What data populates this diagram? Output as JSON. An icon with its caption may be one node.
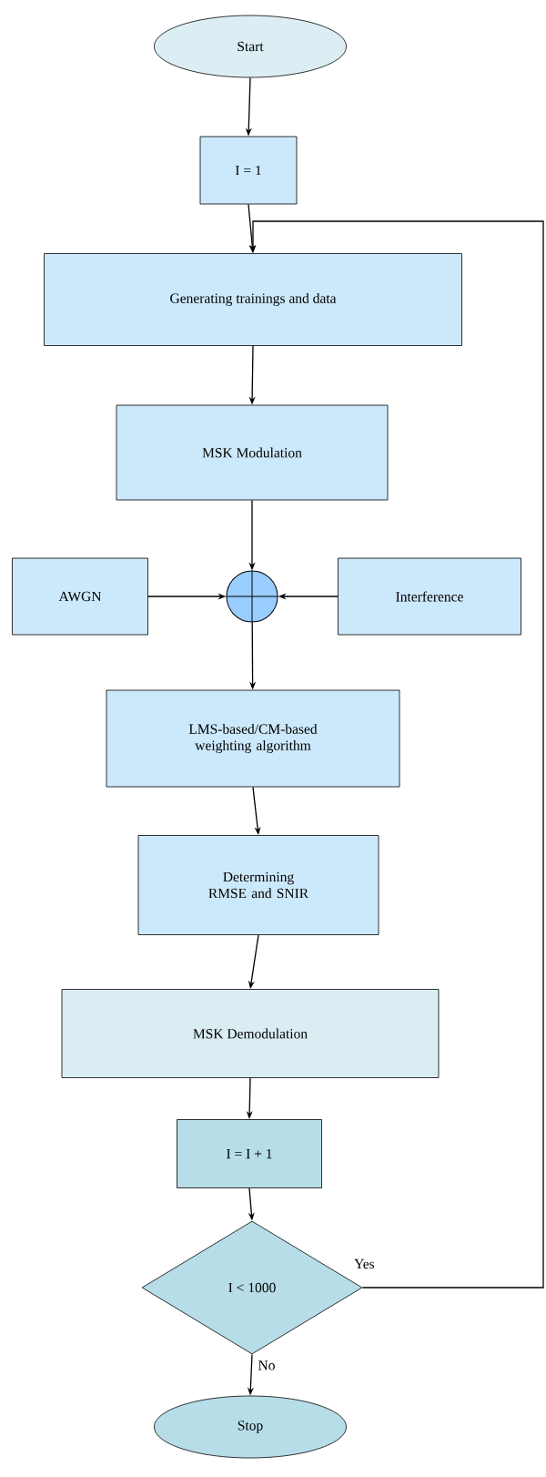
{
  "diagram": {
    "nodes": [
      {
        "text": [
          "Start"
        ]
      },
      {
        "text": [
          "I = 1"
        ]
      },
      {
        "text": [
          "Generating trainings and data"
        ]
      },
      {
        "text": [
          "MSK Modulation"
        ]
      },
      {
        "text": [
          "AWGN"
        ]
      },
      {
        "text": [],
        "shape": "circle"
      },
      {
        "text": [
          "Interference"
        ]
      },
      {
        "text": [
          "LMS-based/CM-based weighting algorithm"
        ]
      },
      {
        "text": [
          "Determining RMSE and SNIR"
        ]
      },
      {
        "text": [
          "MSK Demodulation"
        ]
      },
      {
        "text": [
          "I = I + 1"
        ]
      },
      {
        "text": [
          "I < 1000"
        ]
      },
      {
        "text": [
          "Stop"
        ]
      }
    ],
    "edges": [
      {
        "from": 0,
        "to": 1,
        "arrow": "to"
      },
      {
        "from": 1,
        "to": 2,
        "arrow": "to"
      },
      {
        "from": 2,
        "to": 3,
        "arrow": "to"
      },
      {
        "from": 3,
        "to": 5,
        "arrow": "to"
      },
      {
        "from": 4,
        "to": 5,
        "arrow": "to"
      },
      {
        "from": 6,
        "to": 5,
        "arrow": "to"
      },
      {
        "from": 5,
        "to": 7,
        "arrow": "to"
      },
      {
        "from": 7,
        "to": 8,
        "arrow": "to"
      },
      {
        "from": 8,
        "to": 9,
        "arrow": "to"
      },
      {
        "from": 9,
        "to": 10,
        "arrow": "to"
      },
      {
        "from": 10,
        "to": 11,
        "arrow": "to"
      },
      {
        "from": 11,
        "to": 12,
        "arrow": "to",
        "label": "No"
      },
      {
        "from": 11,
        "to": 2,
        "arrow": "to",
        "label": "Yes"
      }
    ]
  }
}
